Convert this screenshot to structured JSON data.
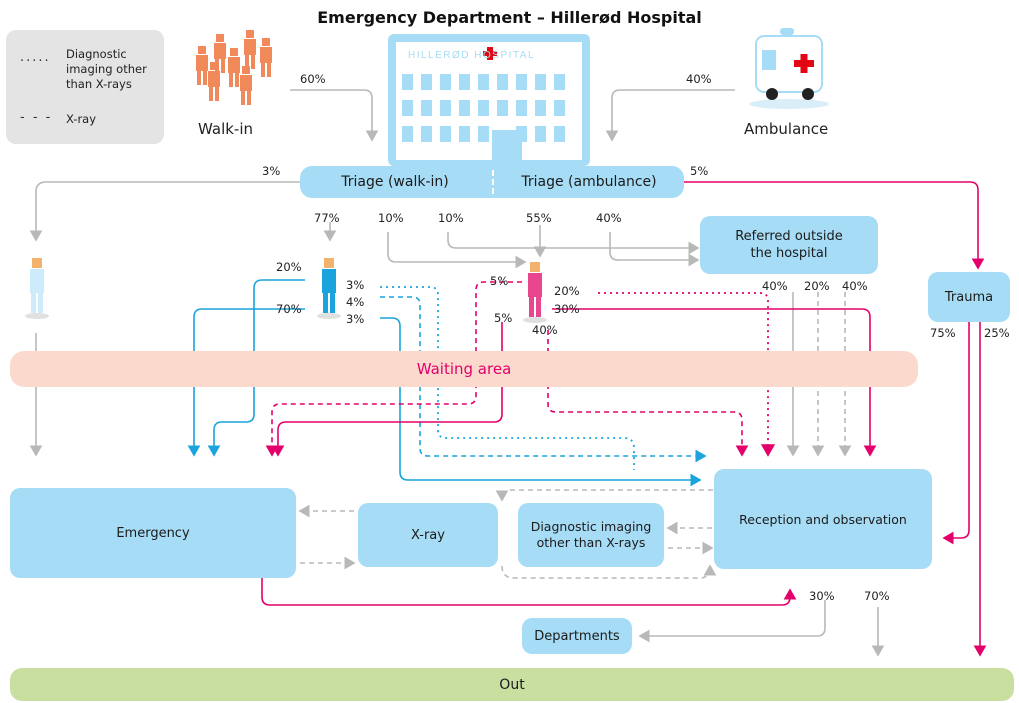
{
  "title": "Emergency Department – Hillerød Hospital",
  "legend": {
    "diagnostic_label": "Diagnostic imaging other than X-rays",
    "xray_label": "X-ray",
    "dotted_glyph": "·····",
    "dashed_glyph": "- - -"
  },
  "sources": {
    "walkin": {
      "label": "Walk-in",
      "pct": "60%"
    },
    "ambulance": {
      "label": "Ambulance",
      "pct": "40%"
    }
  },
  "hospital_sign": "HILLERØD HOSPITAL",
  "triage": {
    "walkin": "Triage (walk-in)",
    "ambulance": "Triage (ambulance)",
    "left_pct": "3%",
    "right_pct": "5%"
  },
  "pcts": {
    "p77": "77%",
    "p10a": "10%",
    "p10b": "10%",
    "p55": "55%",
    "p40ref": "40%",
    "blue_20": "20%",
    "blue_70": "70%",
    "blue_3a": "3%",
    "blue_4": "4%",
    "blue_3b": "3%",
    "pink_5a": "5%",
    "pink_5b": "5%",
    "pink_20": "20%",
    "pink_30": "30%",
    "pink_40": "40%",
    "ref_40a": "40%",
    "ref_20": "20%",
    "ref_40b": "40%",
    "trauma_75": "75%",
    "trauma_25": "25%",
    "rec_30": "30%",
    "rec_70": "70%"
  },
  "boxes": {
    "referred": "Referred outside the hospital",
    "trauma": "Trauma",
    "waiting": "Waiting area",
    "emergency": "Emergency",
    "xray": "X-ray",
    "diagnostic": "Diagnostic imaging other than X-rays",
    "reception": "Reception and observation",
    "departments": "Departments",
    "out": "Out"
  },
  "colors": {
    "box": "#a6dcf5",
    "gray_arrow": "#b8b8b8",
    "blue_arrow": "#1aa3dc",
    "pink_arrow": "#e4006a",
    "waiting_bg": "#fbd9cd",
    "out_bg": "#c8dfa0",
    "walkin_people": "#f08a5b",
    "ambulance_cross": "#e30613"
  },
  "icons": [
    "walkin-people-icon",
    "hospital-building-icon",
    "ambulance-icon",
    "patient-lightblue-icon",
    "patient-blue-icon",
    "patient-pink-icon"
  ]
}
